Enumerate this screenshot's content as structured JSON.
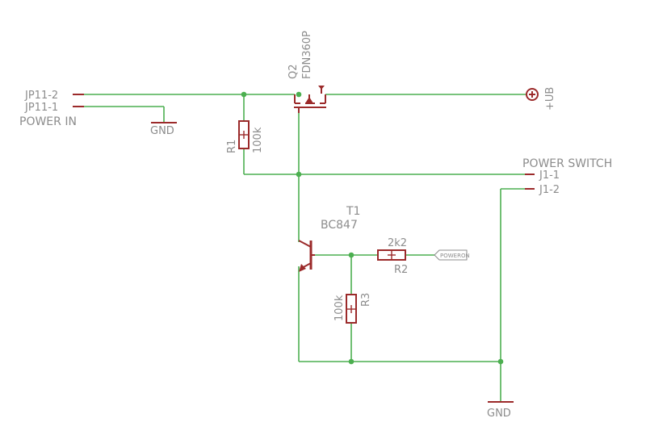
{
  "labels": {
    "jp11_2": "JP11-2",
    "jp11_1": "JP11-1",
    "power_in": "POWER IN",
    "gnd_top": "GND",
    "gnd_bottom": "GND",
    "q2_name": "Q2",
    "q2_value": "FDN360P",
    "ub": "+UB",
    "r1_name": "R1",
    "r1_value": "100k",
    "power_switch": "POWER SWITCH",
    "j1_1": "J1-1",
    "j1_2": "J1-2",
    "t1_name": "T1",
    "t1_value": "BC847",
    "r2_value": "2k2",
    "r2_name": "R2",
    "poweron": "POWERON",
    "r3_value": "100k",
    "r3_name": "R3"
  },
  "colors": {
    "wire": "#4caf50",
    "component": "#9b2a2a",
    "text": "#8c8c8c"
  }
}
